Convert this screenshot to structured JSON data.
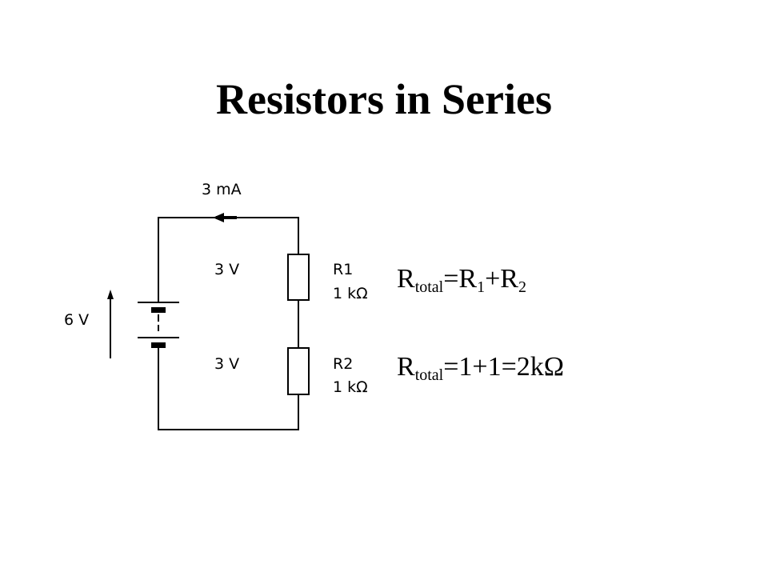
{
  "title": "Resistors in Series",
  "circuit": {
    "current_label": "3 mA",
    "source_voltage": "6 V",
    "r1": {
      "voltage": "3 V",
      "name": "R1",
      "value": "1 kΩ"
    },
    "r2": {
      "voltage": "3 V",
      "name": "R2",
      "value": "1 kΩ"
    }
  },
  "equations": {
    "formula": {
      "r": "R",
      "sub_total": "total",
      "eq_r": "=R",
      "sub_1": "1",
      "plus_r": "+R",
      "sub_2": "2"
    },
    "result": {
      "r": "R",
      "sub_total": "total",
      "rhs": "=1+1=2kΩ"
    }
  }
}
